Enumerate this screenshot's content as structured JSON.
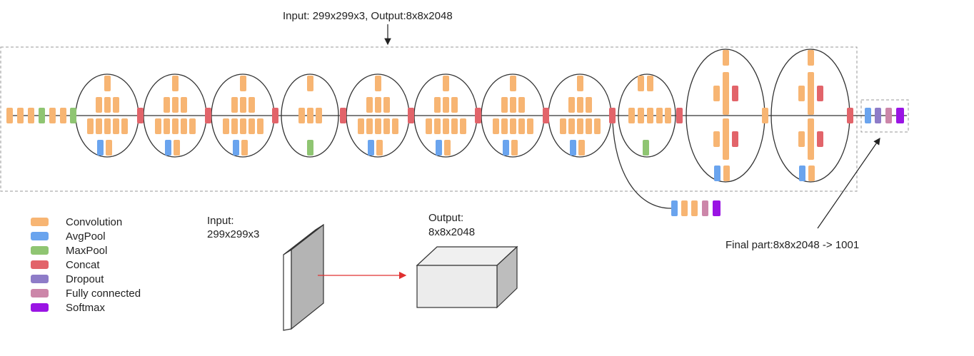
{
  "top_label": "Input: 299x299x3, Output:8x8x2048",
  "final_label": "Final part:8x8x2048 -> 1001",
  "input_label": [
    "Input:",
    "299x299x3"
  ],
  "output_label": [
    "Output:",
    "8x8x2048"
  ],
  "colors": {
    "conv": "#f7b573",
    "avgpool": "#6aa4ee",
    "maxpool": "#8fc572",
    "concat": "#e2646a",
    "dropout": "#8e7cc8",
    "fc": "#cc86a9",
    "softmax": "#9a14e4"
  },
  "legend": [
    {
      "label": "Convolution",
      "color": "conv"
    },
    {
      "label": "AvgPool",
      "color": "avgpool"
    },
    {
      "label": "MaxPool",
      "color": "maxpool"
    },
    {
      "label": "Concat",
      "color": "concat"
    },
    {
      "label": "Dropout",
      "color": "dropout"
    },
    {
      "label": "Fully connected",
      "color": "fc"
    },
    {
      "label": "Softmax",
      "color": "softmax"
    }
  ]
}
